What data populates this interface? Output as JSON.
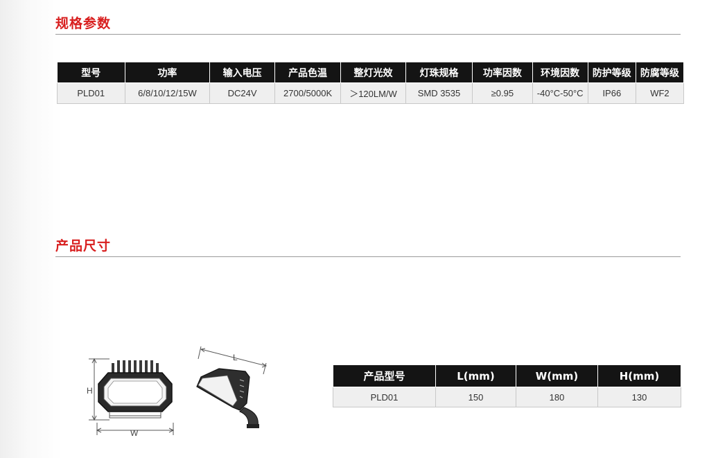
{
  "sections": {
    "spec_title": "规格参数",
    "size_title": "产品尺寸"
  },
  "params_table": {
    "headers": [
      "型号",
      "功率",
      "输入电压",
      "产品色温",
      "整灯光效",
      "灯珠规格",
      "功率因数",
      "环境因数",
      "防护等级",
      "防腐等级"
    ],
    "row": [
      "PLD01",
      "6/8/10/12/15W",
      "DC24V",
      "2700/5000K",
      "＞120LM/W",
      "SMD 3535",
      "≥0.95",
      "-40°C-50°C",
      "IP66",
      "WF2"
    ]
  },
  "dims_table": {
    "headers": [
      "产品型号",
      "L(mm)",
      "W(mm)",
      "H(mm)"
    ],
    "row": [
      "PLD01",
      "150",
      "180",
      "130"
    ]
  },
  "drawing": {
    "label_h": "H",
    "label_w": "W",
    "label_l": "L"
  },
  "colors": {
    "accent": "#d81e1e",
    "header_bg": "#141414",
    "cell_bg": "#efefef"
  }
}
